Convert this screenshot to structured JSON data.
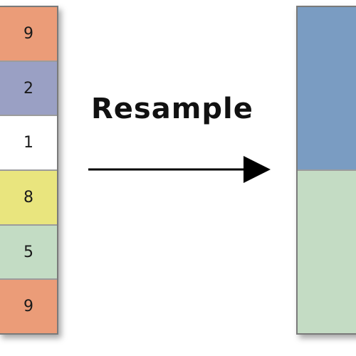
{
  "operation_label": "Resample",
  "input_cells": [
    {
      "value": "9",
      "color": "#eb9c78"
    },
    {
      "value": "2",
      "color": "#9aa0c4"
    },
    {
      "value": "1",
      "color": "#ffffff"
    },
    {
      "value": "8",
      "color": "#e9e57e"
    },
    {
      "value": "5",
      "color": "#c3dcc4"
    },
    {
      "value": "9",
      "color": "#eb9c78"
    }
  ],
  "output_cells": [
    {
      "color": "#7a9cc2",
      "span": 3
    },
    {
      "color": "#c4dcc4",
      "span": 3
    }
  ],
  "arrow": {
    "color": "#000000"
  }
}
